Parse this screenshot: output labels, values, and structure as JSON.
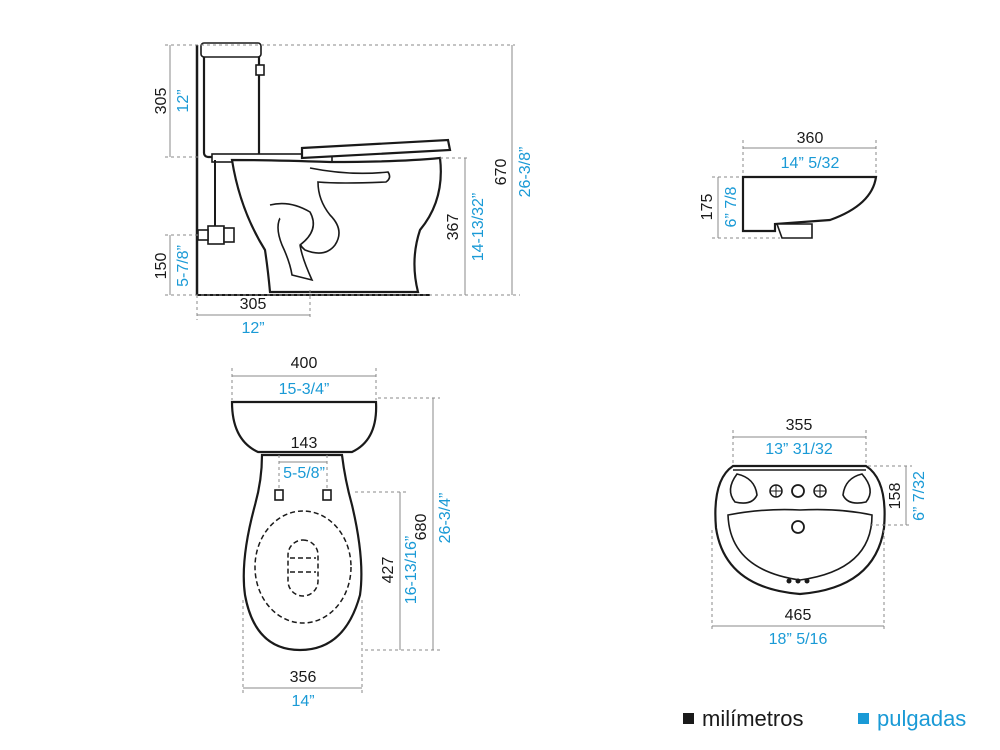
{
  "colors": {
    "millimeters": "#1a1a1a",
    "inches": "#1a9ad6"
  },
  "toilet_side": {
    "tank_height_mm": "305",
    "tank_height_in": "12”",
    "inlet_height_mm": "150",
    "inlet_height_in": "5-7/8”",
    "outlet_mm": "305",
    "outlet_in": "12”",
    "seat_height_mm": "367",
    "seat_height_in": "14-13/32”",
    "total_height_mm": "670",
    "total_height_in": "26-3/8”"
  },
  "toilet_top": {
    "width_mm": "400",
    "width_in": "15-3/4”",
    "bolt_spacing_mm": "143",
    "bolt_spacing_in": "5-5/8”",
    "bowl_length_mm": "427",
    "bowl_length_in": "16-13/16”",
    "total_length_mm": "680",
    "total_length_in": "26-3/4”",
    "bowl_width_mm": "356",
    "bowl_width_in": "14”"
  },
  "sink_side": {
    "width_mm": "360",
    "width_in": "14” 5/32",
    "height_mm": "175",
    "height_in": "6” 7/8"
  },
  "sink_top": {
    "inner_width_mm": "355",
    "inner_width_in": "13” 31/32",
    "depth_mm": "158",
    "depth_in": "6” 7/32",
    "width_mm": "465",
    "width_in": "18” 5/16"
  },
  "legend": {
    "millimeters": "milímetros",
    "inches": "pulgadas"
  }
}
